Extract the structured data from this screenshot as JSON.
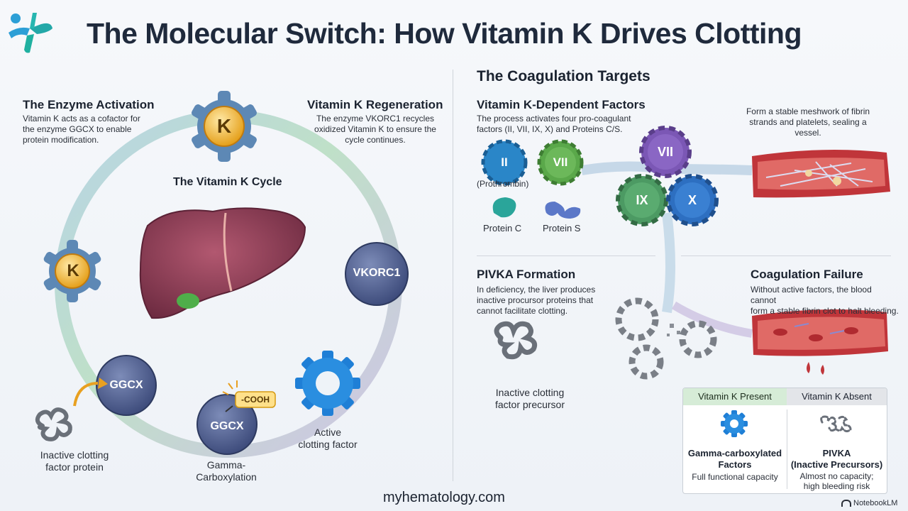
{
  "header": {
    "title": "The Molecular Switch: How Vitamin K Drives Clotting"
  },
  "left": {
    "enzyme_activation": {
      "title": "The Enzyme Activation",
      "text": [
        "Vitamin K acts as a cofactor for",
        "the enzyme GGCX to enable",
        "protein modification."
      ]
    },
    "regeneration": {
      "title": "Vitamin K Regeneration",
      "text": [
        "The enzyme VKORC1 recycles",
        "oxidized Vitamin K to ensure the",
        "cycle continues."
      ]
    },
    "cycle_title": "The Vitamin K Cycle",
    "k_label": "K",
    "vkorc1": "VKORC1",
    "ggcx": "GGCX",
    "cooh": "-COOH",
    "inactive_protein": [
      "Inactive clotting",
      "factor protein"
    ],
    "gamma": [
      "Gamma-",
      "Carboxylation"
    ],
    "active_factor": [
      "Active",
      "clotting factor"
    ]
  },
  "right": {
    "section_title": "The Coagulation Targets",
    "dependent": {
      "title": "Vitamin K-Dependent Factors",
      "text": [
        "The process activates four pro-coagulant",
        "factors (II, VII, IX, X) and Proteins C/S."
      ]
    },
    "factors": {
      "ii": "II",
      "vii": "VII",
      "ix": "IX",
      "x": "X",
      "prothrombin": "(Prothrombin)",
      "protein_c": "Protein C",
      "protein_s": "Protein S"
    },
    "meshwork": [
      "Form a stable meshwork of fibrin",
      "strands and platelets, sealing a",
      "vessel."
    ],
    "pivka": {
      "title": "PIVKA Formation",
      "text": [
        "In deficiency, the liver produces",
        "inactive procursor proteins that",
        "cannot facilitate clotting."
      ]
    },
    "inactive_precursor": [
      "Inactive clotting",
      "factor precursor"
    ],
    "failure": {
      "title": "Coagulation Failure",
      "text": [
        "Without active factors, the blood cannot",
        "form a stable fibrin clot to halt bleeding."
      ]
    },
    "table": {
      "present": {
        "header": "Vitamin K Present",
        "name": [
          "Gamma-carboxylated",
          "Factors"
        ],
        "desc": "Full functional capacity"
      },
      "absent": {
        "header": "Vitamin K Absent",
        "name": [
          "PIVKA",
          "(Inactive Precursors)"
        ],
        "desc": [
          "Almost no capacity;",
          "high bleeding risk"
        ]
      }
    }
  },
  "footer": {
    "site": "myhematology.com",
    "badge": "NotebookLM"
  },
  "colors": {
    "ggcx": "#4a5a8a",
    "vkorc1": "#4f5c8c",
    "vitamin_k": "#e8a920",
    "active": "#1f7fd6",
    "ii": "#2a86c8",
    "vii": "#5aa84a",
    "ix": "#4c9a63",
    "x": "#2d6fc1",
    "vii_top": "#7b57b5",
    "vessel": "#c0353a"
  }
}
